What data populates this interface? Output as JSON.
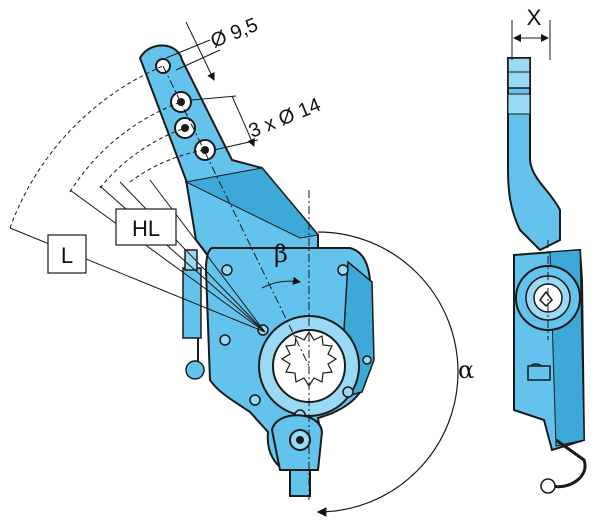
{
  "labels": {
    "pin_hole": "Ø 9,5",
    "adjust_holes": "3 x Ø 14",
    "width": "X",
    "length": "L",
    "hole_length": "HL",
    "angle_beta": "β",
    "angle_alpha": "α"
  },
  "colors": {
    "body": "#64c3ec",
    "body_light": "#9ad9f3",
    "body_dark": "#3da9d8",
    "outline": "#1a1a1a",
    "label_box_bg": "#ffffff"
  },
  "icons": {
    "logo": "bpw-logo-icon"
  }
}
